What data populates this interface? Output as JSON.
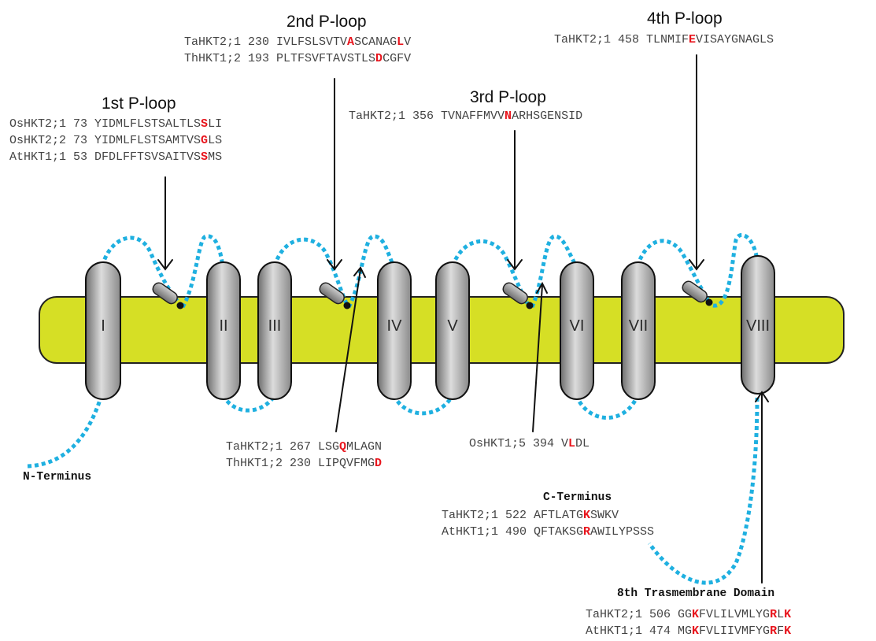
{
  "colors": {
    "membrane": "#d6df25",
    "loop": "#1fb0e0",
    "helix_dark": "#6e6e6e",
    "helix_light": "#dcdcdc",
    "mutation": "#e8141c",
    "sequence_text": "#444444"
  },
  "helices": [
    {
      "label": "I"
    },
    {
      "label": "II"
    },
    {
      "label": "III"
    },
    {
      "label": "IV"
    },
    {
      "label": "V"
    },
    {
      "label": "VI"
    },
    {
      "label": "VII"
    },
    {
      "label": "VIII"
    }
  ],
  "headings": {
    "p1": "1st P-loop",
    "p2": "2nd P-loop",
    "p3": "3rd P-loop",
    "p4": "4th P-loop",
    "n_terminus": "N-Terminus",
    "c_terminus": "C-Terminus",
    "tm8": "8th Trasmembrane Domain"
  },
  "sequence_groups": {
    "p1": [
      {
        "prefix": "OsHKT2;1 73 YIDMLFLSTSALTLS",
        "mut": "S",
        "suffix": "LI"
      },
      {
        "prefix": "OsHKT2;2 73 YIDMLFLSTSAMTVS",
        "mut": "G",
        "suffix": "LS"
      },
      {
        "prefix": "AtHKT1;1 53 DFDLFFTSVSAITVS",
        "mut": "S",
        "suffix": "MS"
      }
    ],
    "p2": [
      {
        "prefix": "TaHKT2;1 230 IVLFSLSVTV",
        "mut": "A",
        "mid": "SCANAG",
        "mut2": "L",
        "suffix": "V"
      },
      {
        "prefix": "ThHKT1;2 193 PLTFSVFTAVSTLS",
        "mut": "D",
        "suffix": "CGFV"
      }
    ],
    "p3": [
      {
        "prefix": "TaHKT2;1 356 TVNAFFMVV",
        "mut": "N",
        "suffix": "ARHSGENSID"
      }
    ],
    "p4": [
      {
        "prefix": "TaHKT2;1 458 TLNMIF",
        "mut": "E",
        "suffix": "VISAYGNAGLS"
      }
    ],
    "loop_iv": [
      {
        "prefix": "TaHKT2;1 267 LSG",
        "mut": "Q",
        "suffix": "MLAGN"
      },
      {
        "prefix": "ThHKT1;2 230 LIPQVFMG",
        "mut": "D",
        "suffix": ""
      }
    ],
    "loop_vi": [
      {
        "prefix": "OsHKT1;5 394 V",
        "mut": "L",
        "suffix": "DL"
      }
    ],
    "c_term": [
      {
        "prefix": "TaHKT2;1 522 AFTLATG",
        "mut": "K",
        "suffix": "SWKV"
      },
      {
        "prefix": "AtHKT1;1 490 QFTAKSG",
        "mut": "R",
        "suffix": "AWILYPSSS"
      }
    ],
    "tm8": [
      {
        "prefix": "TaHKT2;1 506 GG",
        "mut": "K",
        "mid": "FVLILVMLYG",
        "mut2": "R",
        "mid2": "L",
        "mut3": "K",
        "suffix": ""
      },
      {
        "prefix": "AtHKT1;1 474 MG",
        "mut": "K",
        "mid": "FVLIIVMFYG",
        "mut2": "R",
        "mid2": "F",
        "mut3": "K",
        "suffix": ""
      }
    ]
  }
}
